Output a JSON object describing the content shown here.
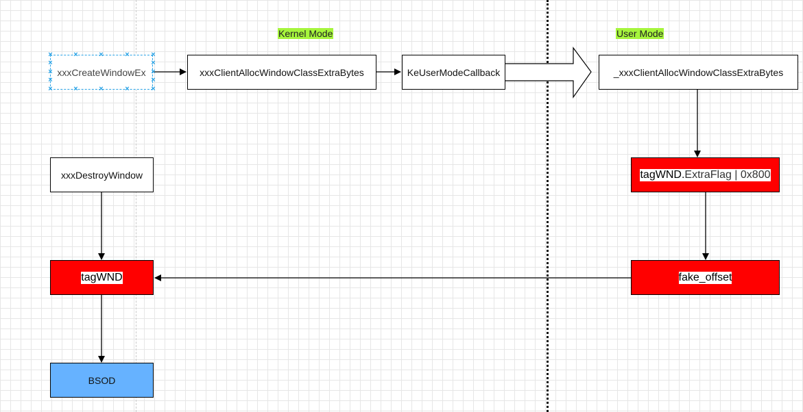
{
  "lanes": {
    "kernel": "Kernel Mode",
    "user": "User Mode",
    "highlight_color": "#a6f53c"
  },
  "nodes": {
    "create_window": "xxxCreateWindowEx",
    "client_alloc_kernel": "xxxClientAllocWindowClassExtraBytes",
    "ke_callback": "KeUserModeCallback",
    "client_alloc_user": "_xxxClientAllocWindowClassExtraBytes",
    "destroy_window": "xxxDestroyWindow",
    "tagwnd_flag_part1": "tagWND.",
    "tagwnd_flag_part2": "ExtraFlag | 0x800",
    "tagwnd": "tagWND",
    "fake_offset": "fake_offset",
    "bsod": "BSOD"
  },
  "colors": {
    "danger": "#ff0000",
    "crash": "#66b2ff",
    "selection": "#2aa3e6"
  }
}
